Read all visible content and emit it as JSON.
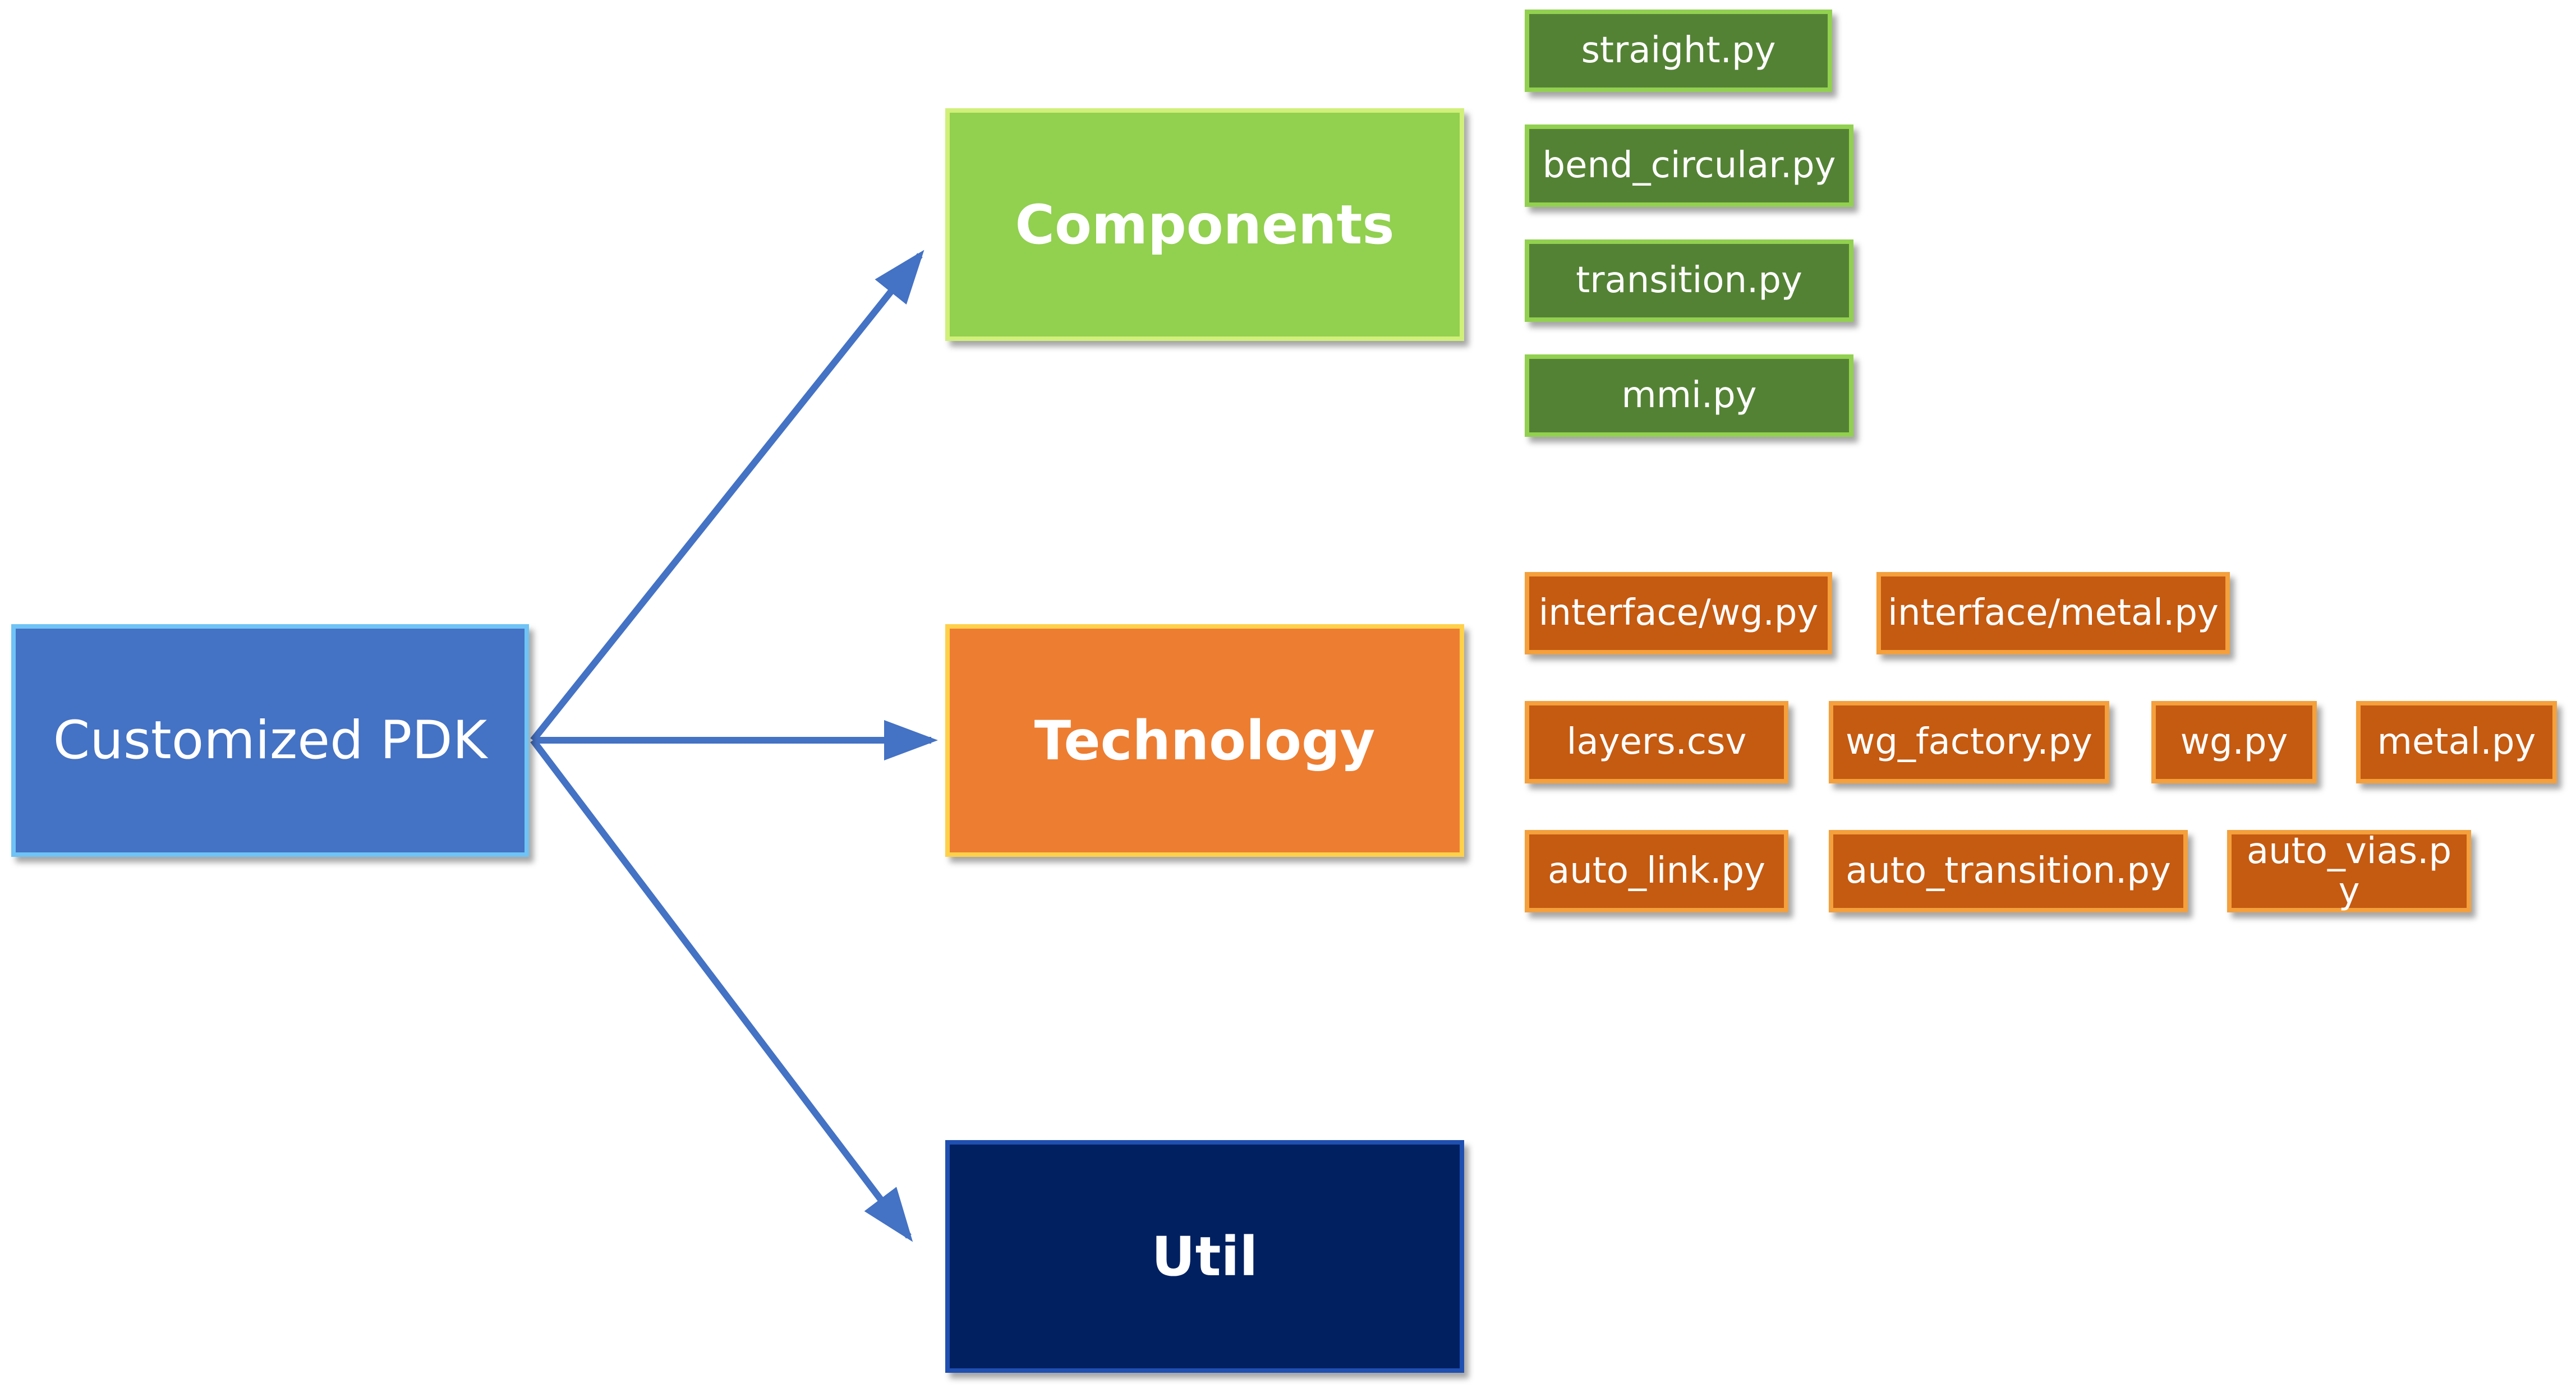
{
  "root": {
    "label": "Customized PDK",
    "fill": "#4472c4",
    "border": "#6fc3f5"
  },
  "categories": {
    "components": {
      "label": "Components",
      "fill": "#92d050",
      "border": "#d0f07a"
    },
    "technology": {
      "label": "Technology",
      "fill": "#ed7d31",
      "border": "#ffd04a"
    },
    "util": {
      "label": "Util",
      "fill": "#002060",
      "border": "#1f4fb0"
    }
  },
  "components_files": [
    "straight.py",
    "bend_circular.py",
    "transition.py",
    "mmi.py"
  ],
  "technology_files": {
    "row1": [
      "interface/wg.py",
      "interface/metal.py"
    ],
    "row2": [
      "layers.csv",
      "wg_factory.py",
      "wg.py",
      "metal.py"
    ],
    "row3": [
      "auto_link.py",
      "auto_transition.py",
      "auto_vias.py"
    ]
  },
  "colors": {
    "arrow": "#4472c4",
    "green_file": "#548235",
    "orange_file": "#c55a11"
  }
}
